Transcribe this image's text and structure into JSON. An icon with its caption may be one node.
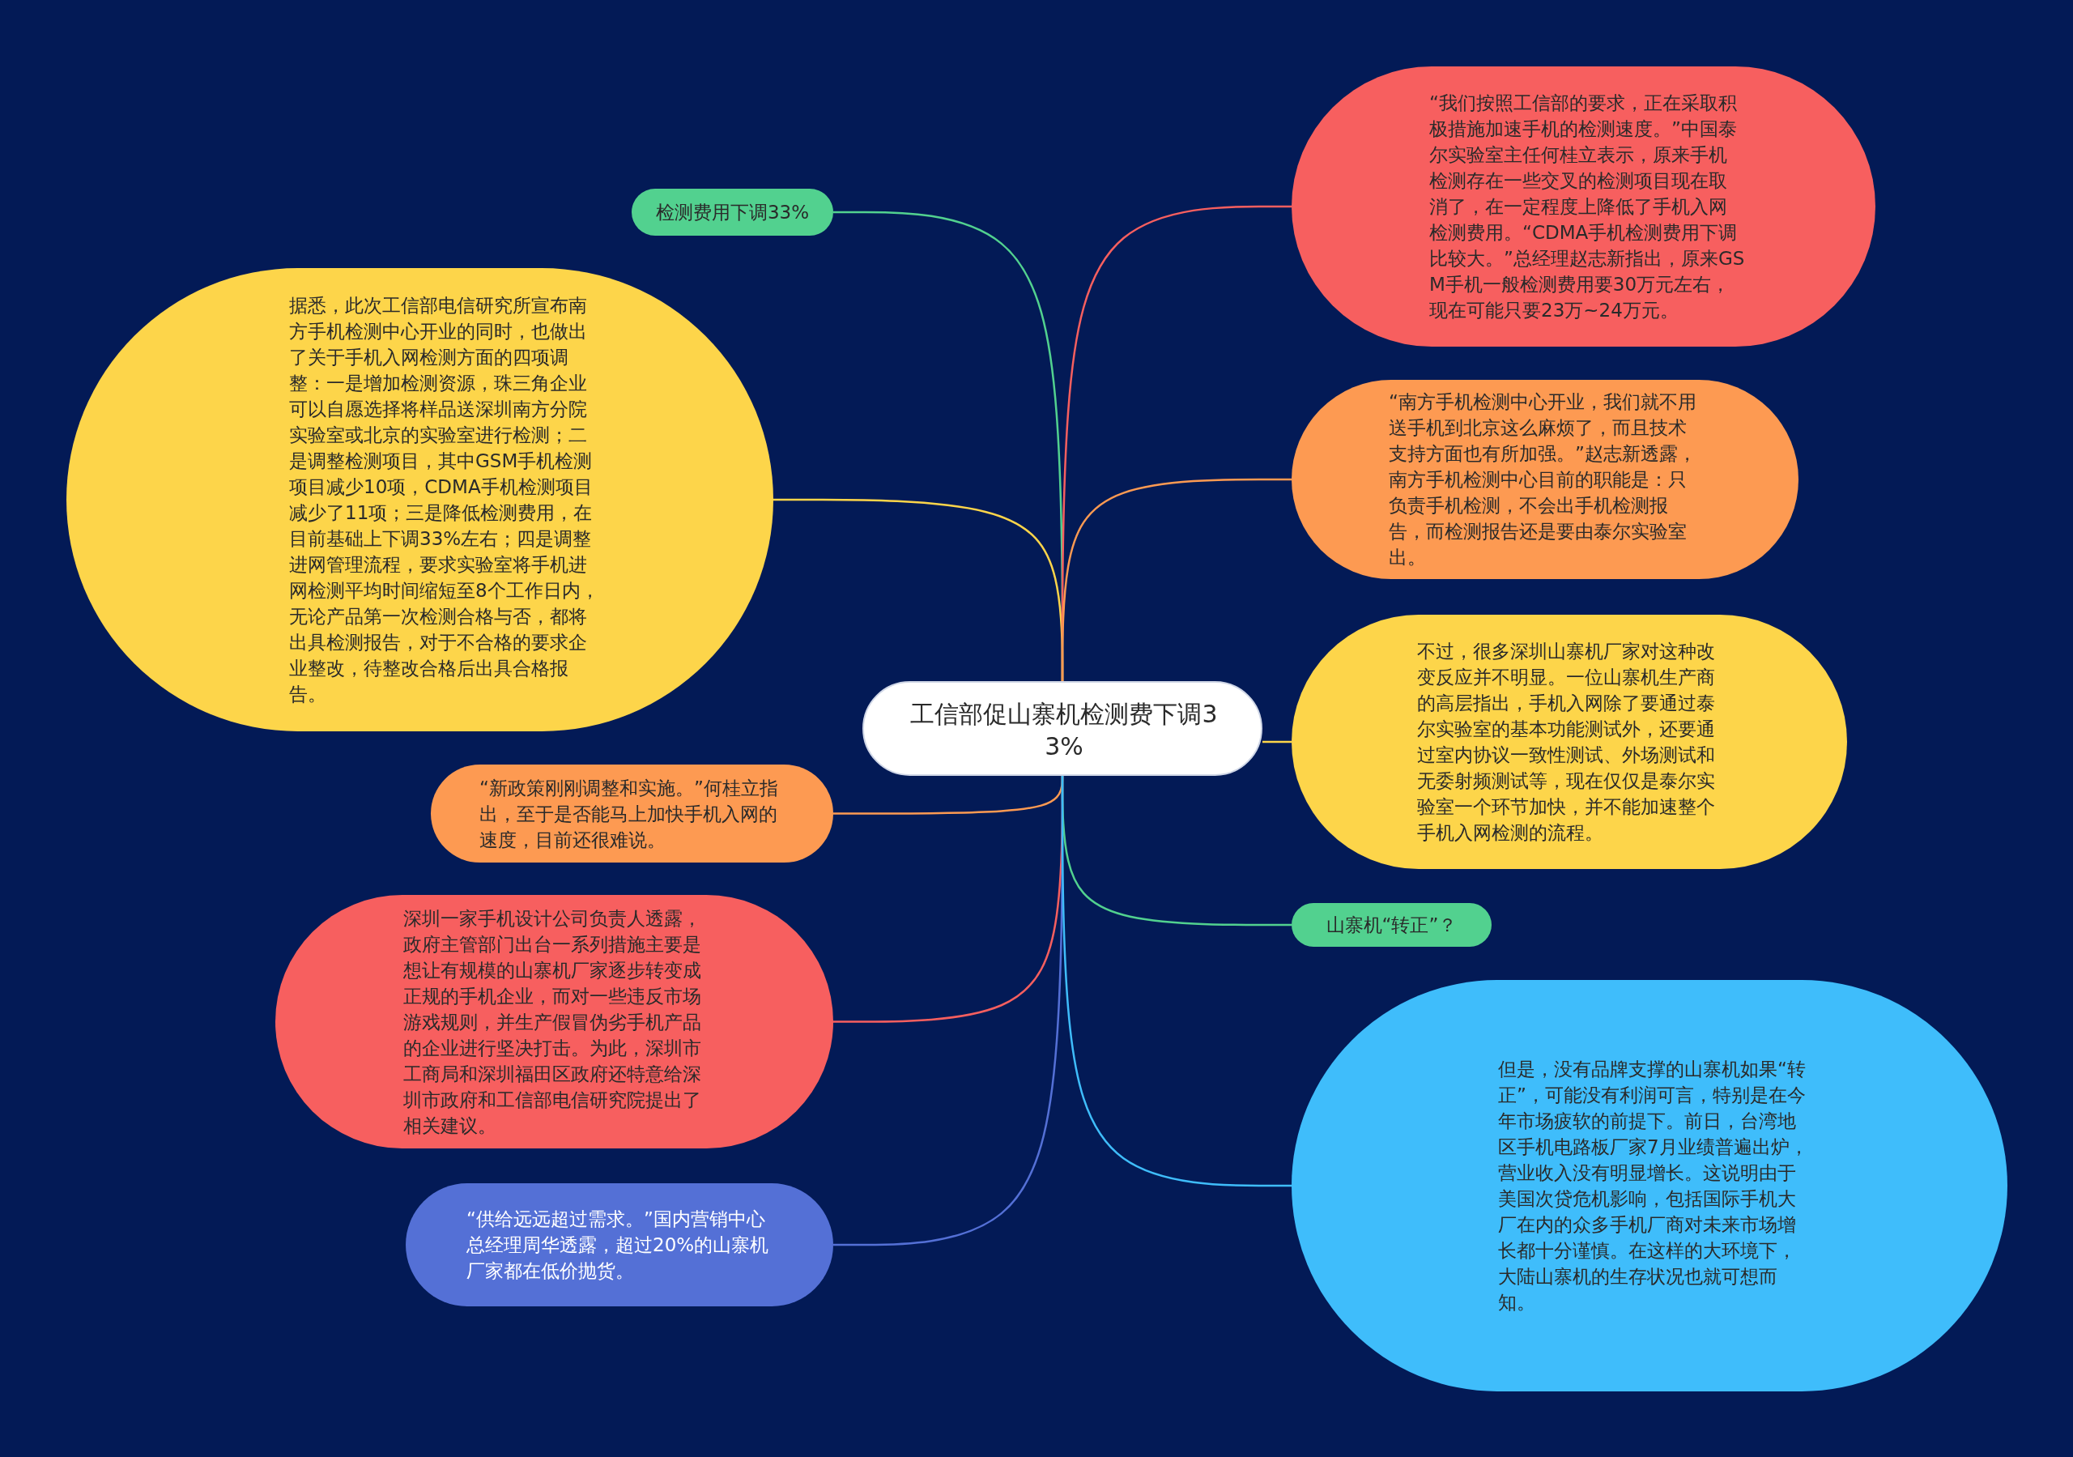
{
  "diagram": {
    "nodes": [
      {
        "text": [
          "工信部促山寨机检测费下调33%"
        ]
      },
      {
        "text": [
          "检测费用下调33%"
        ]
      },
      {
        "text": [
          "据悉，此次工信部电信研究所宣布南方手机检测中心开业的同时，也做出了关于手机入网检测方面的四项调整：一是增加检测资源，珠三角企业可以自愿选择将样品送深圳南方分院实验室或北京的实验室进行检测；二是调整检测项目，其中GSM手机检测项目减少10项，CDMA手机检测项目减少了11项；三是降低检测费用，在目前基础上下调33%左右；四是调整进网管理流程，要求实验室将手机进网检测平均时间缩短至8个工作日内，无论产品第一次检测合格与否，都将出具检测报告，对于不合格的要求企业整改，待整改合格后出具合格报告。"
        ]
      },
      {
        "text": [
          "“新政策刚刚调整和实施。”何桂立指出，至于是否能马上加快手机入网的速度，目前还很难说。"
        ]
      },
      {
        "text": [
          "深圳一家手机设计公司负责人透露，政府主管部门出台一系列措施主要是想让有规模的山寨机厂家逐步转变成正规的手机企业，而对一些违反市场游戏规则，并生产假冒伪劣手机产品的企业进行坚决打击。为此，深圳市工商局和深圳福田区政府还特意给深圳市政府和工信部电信研究院提出了相关建议。"
        ]
      },
      {
        "text": [
          "“供给远远超过需求。”国内营销中心总经理周华透露，超过20%的山寨机厂家都在低价抛货。"
        ]
      },
      {
        "text": [
          "“我们按照工信部的要求，正在采取积极措施加速手机的检测速度。”中国泰尔实验室主任何桂立表示，原来手机检测存在一些交叉的检测项目现在取消了，在一定程度上降低了手机入网检测费用。“CDMA手机检测费用下调比较大。”总经理赵志新指出，原来GSM手机一般检测费用要30万元左右，现在可能只要23万~24万元。"
        ]
      },
      {
        "text": [
          "“南方手机检测中心开业，我们就不用送手机到北京这么麻烦了，而且技术支持方面也有所加强。”赵志新透露，南方手机检测中心目前的职能是：只负责手机检测，不会出手机检测报告，而检测报告还是要由泰尔实验室出。"
        ]
      },
      {
        "text": [
          "不过，很多深圳山寨机厂家对这种改变反应并不明显。一位山寨机生产商的高层指出，手机入网除了要通过泰尔实验室的基本功能测试外，还要通过室内协议一致性测试、外场测试和无委射频测试等，现在仅仅是泰尔实验室一个环节加快，并不能加速整个手机入网检测的流程。"
        ]
      },
      {
        "text": [
          "山寨机“转正”？"
        ]
      },
      {
        "text": [
          "但是，没有品牌支撑的山寨机如果“转正”，可能没有利润可言，特别是在今年市场疲软的前提下。前日，台湾地区手机电路板厂家7月业绩普遍出炉，营业收入没有明显增长。这说明由于美国次贷危机影响，包括国际手机大厂在内的众多手机厂商对未来市场增长都十分谨慎。在这样的大环境下，大陆山寨机的生存状况也就可想而知。"
        ]
      }
    ],
    "edges": [
      {
        "from": 0,
        "to": 1,
        "arrow": "none",
        "color": "#52d18f"
      },
      {
        "from": 0,
        "to": 2,
        "arrow": "none",
        "color": "#fdd54a"
      },
      {
        "from": 0,
        "to": 3,
        "arrow": "none",
        "color": "#fd9a52"
      },
      {
        "from": 0,
        "to": 4,
        "arrow": "none",
        "color": "#f75f5f"
      },
      {
        "from": 0,
        "to": 5,
        "arrow": "none",
        "color": "#5470d6"
      },
      {
        "from": 0,
        "to": 6,
        "arrow": "none",
        "color": "#f75f5f"
      },
      {
        "from": 0,
        "to": 7,
        "arrow": "none",
        "color": "#fd9a52"
      },
      {
        "from": 0,
        "to": 8,
        "arrow": "none",
        "color": "#fdd54a"
      },
      {
        "from": 0,
        "to": 9,
        "arrow": "none",
        "color": "#52d18f"
      },
      {
        "from": 0,
        "to": 10,
        "arrow": "none",
        "color": "#3fbdfb"
      }
    ]
  }
}
